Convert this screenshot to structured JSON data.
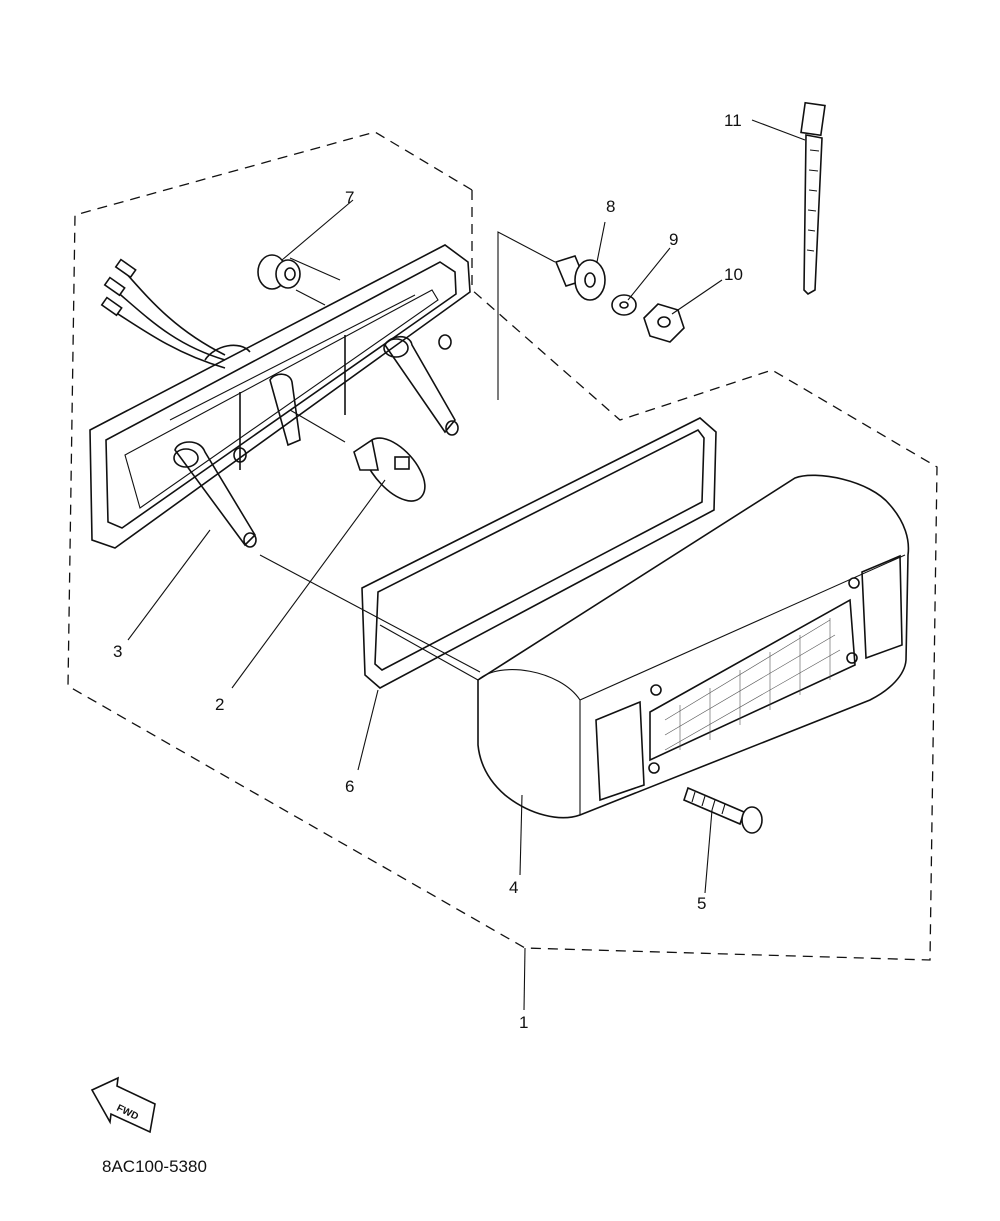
{
  "diagram": {
    "part_labels": [
      "1",
      "2",
      "3",
      "4",
      "5",
      "6",
      "7",
      "8",
      "9",
      "10",
      "11"
    ],
    "diagram_code": "8AC100-5380",
    "direction_arrow_label": "FWD"
  },
  "parts": [
    {
      "number": "1",
      "icon": "tail-light-assembly-outline"
    },
    {
      "number": "2",
      "icon": "bulb-icon"
    },
    {
      "number": "3",
      "icon": "socket-cord-icon"
    },
    {
      "number": "4",
      "icon": "lens-icon"
    },
    {
      "number": "5",
      "icon": "screw-icon"
    },
    {
      "number": "6",
      "icon": "gasket-icon"
    },
    {
      "number": "7",
      "icon": "grommet-icon"
    },
    {
      "number": "8",
      "icon": "collar-icon"
    },
    {
      "number": "9",
      "icon": "washer-icon"
    },
    {
      "number": "10",
      "icon": "nut-icon"
    },
    {
      "number": "11",
      "icon": "cable-tie-icon"
    }
  ]
}
